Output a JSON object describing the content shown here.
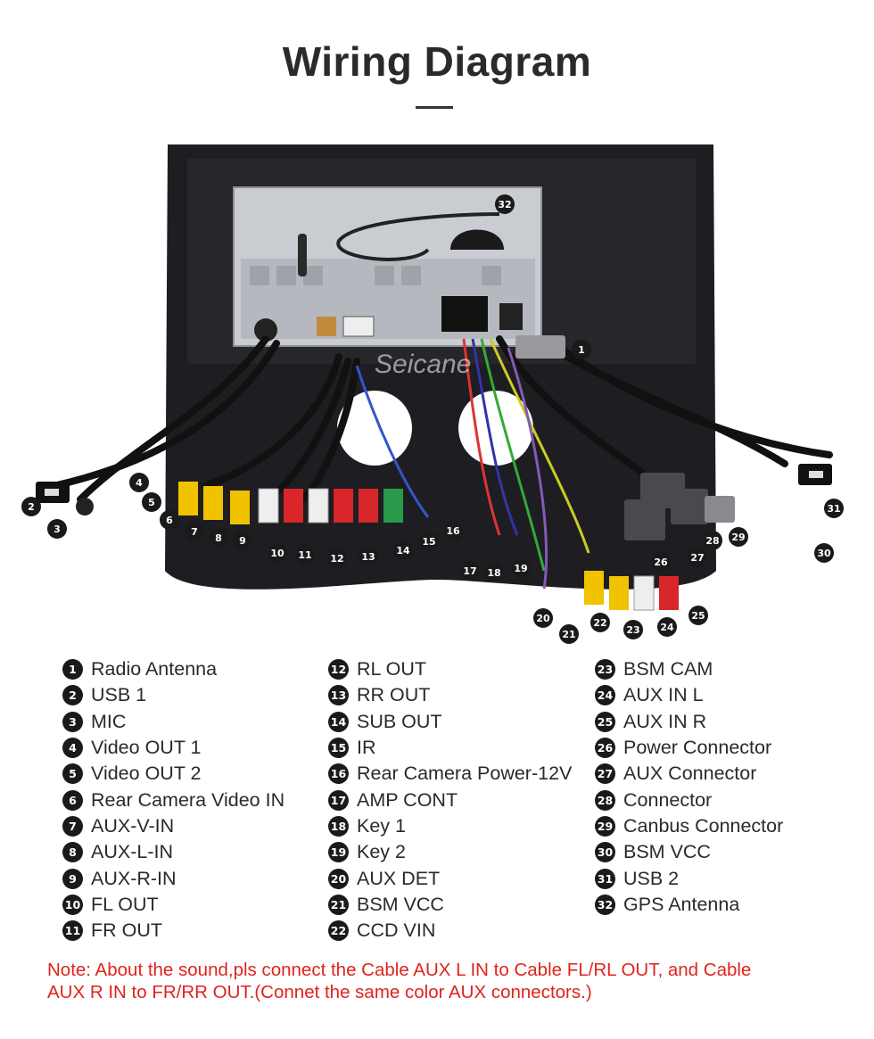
{
  "title": "Wiring Diagram",
  "watermark": "Seicane",
  "photo_numbers": [
    "1",
    "2",
    "3",
    "4",
    "5",
    "6",
    "7",
    "8",
    "9",
    "10",
    "11",
    "12",
    "13",
    "14",
    "15",
    "16",
    "17",
    "18",
    "19",
    "20",
    "21",
    "22",
    "23",
    "24",
    "25",
    "26",
    "27",
    "28",
    "29",
    "30",
    "31",
    "32"
  ],
  "legend": {
    "col1": [
      {
        "num": "1",
        "label": "Radio Antenna"
      },
      {
        "num": "2",
        "label": "USB 1"
      },
      {
        "num": "3",
        "label": "MIC"
      },
      {
        "num": "4",
        "label": "Video OUT 1"
      },
      {
        "num": "5",
        "label": "Video OUT 2"
      },
      {
        "num": "6",
        "label": "Rear Camera Video IN"
      },
      {
        "num": "7",
        "label": "AUX-V-IN"
      },
      {
        "num": "8",
        "label": "AUX-L-IN"
      },
      {
        "num": "9",
        "label": "AUX-R-IN"
      },
      {
        "num": "10",
        "label": "FL OUT"
      },
      {
        "num": "11",
        "label": "FR OUT"
      }
    ],
    "col2": [
      {
        "num": "12",
        "label": "RL OUT"
      },
      {
        "num": "13",
        "label": "RR OUT"
      },
      {
        "num": "14",
        "label": "SUB OUT"
      },
      {
        "num": "15",
        "label": "IR"
      },
      {
        "num": "16",
        "label": "Rear Camera Power-12V"
      },
      {
        "num": "17",
        "label": "AMP CONT"
      },
      {
        "num": "18",
        "label": "Key 1"
      },
      {
        "num": "19",
        "label": "Key 2"
      },
      {
        "num": "20",
        "label": "AUX DET"
      },
      {
        "num": "21",
        "label": "BSM VCC"
      },
      {
        "num": "22",
        "label": "CCD VIN"
      }
    ],
    "col3": [
      {
        "num": "23",
        "label": "BSM CAM"
      },
      {
        "num": "24",
        "label": "AUX IN L"
      },
      {
        "num": "25",
        "label": "AUX IN R"
      },
      {
        "num": "26",
        "label": "Power Connector"
      },
      {
        "num": "27",
        "label": "AUX Connector"
      },
      {
        "num": "28",
        "label": "Connector"
      },
      {
        "num": "29",
        "label": "Canbus Connector"
      },
      {
        "num": "30",
        "label": "BSM VCC"
      },
      {
        "num": "31",
        "label": "USB 2"
      },
      {
        "num": "32",
        "label": "GPS Antenna"
      }
    ]
  },
  "note": {
    "line1": "Note: About the sound,pls connect the Cable AUX L IN to Cable FL/RL OUT, and Cable",
    "line2": "AUX R IN to FR/RR OUT.(Connet the same color AUX connectors.)"
  },
  "colors": {
    "accent": "#e0231d",
    "badge": "#1a1a1a",
    "frame": "#1e1e22",
    "unit": "#c9cdd2"
  }
}
